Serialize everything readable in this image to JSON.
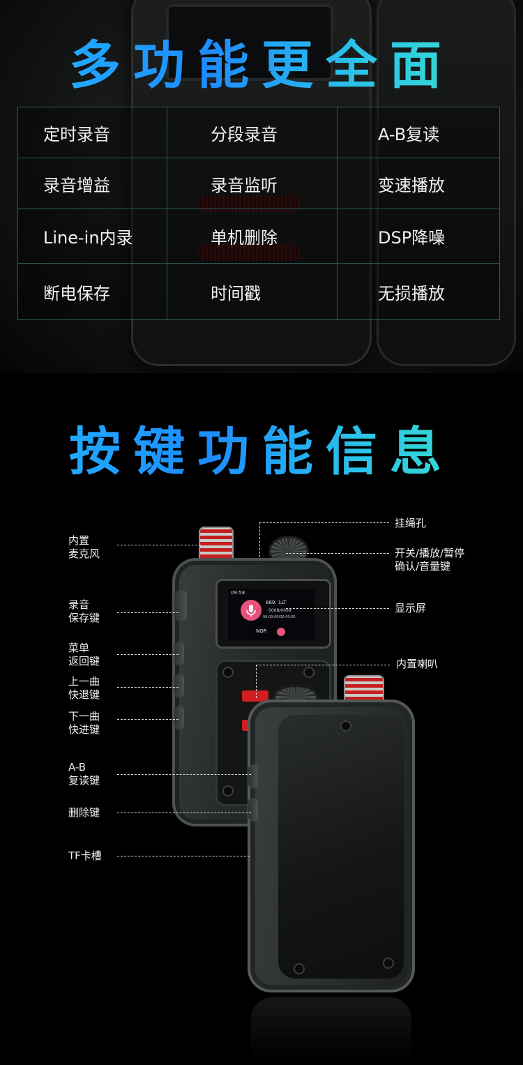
{
  "section1": {
    "title": "多功能更全面",
    "features": [
      "定时录音",
      "分段录音",
      "A-B复读",
      "录音增益",
      "录音监听",
      "变速播放",
      "Line-in内录",
      "单机删除",
      "DSP降噪",
      "断电保存",
      "时间戳",
      "无损播放"
    ]
  },
  "section2": {
    "title": "按键功能信息",
    "labels_left": {
      "mic_line1": "内置",
      "mic_line2": "麦克风",
      "rec_line1": "录音",
      "rec_line2": "保存键",
      "menu_line1": "菜单",
      "menu_line2": "返回键",
      "prev_line1": "上一曲",
      "prev_line2": "快退键",
      "next_line1": "下一曲",
      "next_line2": "快进键",
      "ab_line1": "A-B",
      "ab_line2": "复读键",
      "delete": "删除键",
      "tf": "TF卡槽"
    },
    "labels_right": {
      "lanyard": "挂绳孔",
      "power_line1": "开关/播放/暂停",
      "power_line2": "确认/音量键",
      "display": "显示屏",
      "speaker": "内置喇叭"
    }
  },
  "device_screen": {
    "time": "09:58",
    "freq": "869. 1LT",
    "counter": "0008/0008",
    "elapsed": "00:00:00/00:00:00",
    "mode": "NOR"
  },
  "colors": {
    "title_gradient_start": "#21b7ff",
    "title_gradient_end": "#3ee7c4",
    "grid_border": "#46a0a0",
    "accent_red": "#d21e1e",
    "screen_pink": "#e8527a"
  }
}
